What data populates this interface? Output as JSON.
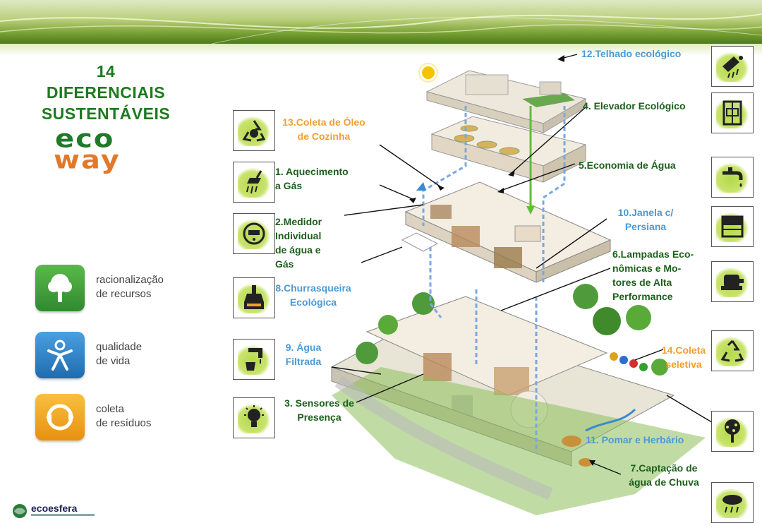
{
  "title": {
    "line1": "14",
    "line2": "DIFERENCIAIS",
    "line3": "SUSTENTÁVEIS"
  },
  "logo": {
    "eco": "eco",
    "way": "way"
  },
  "legend": [
    {
      "label": "racionalização\nde recursos",
      "icon": "tree-icon",
      "color": "#3a9a3a"
    },
    {
      "label": "qualidade\nde vida",
      "icon": "person-icon",
      "color": "#2a7fc0"
    },
    {
      "label": "coleta\nde resíduos",
      "icon": "recycle-arrows-icon",
      "color": "#f0a020"
    }
  ],
  "features_left": [
    {
      "label": "13.Coleta de Óleo\nde Cozinha",
      "color": "orange",
      "icon": "oil-recycle-icon"
    },
    {
      "label": "1. Aquecimento\na Gás",
      "color": "green",
      "icon": "shower-icon"
    },
    {
      "label": "2.Medidor\nIndividual\nde água e\nGás",
      "color": "green",
      "icon": "meter-icon"
    },
    {
      "label": "8.Churrasqueira\nEcológica",
      "color": "blue",
      "icon": "grill-icon"
    },
    {
      "label": "9. Água\nFiltrada",
      "color": "blue",
      "icon": "faucet-filter-icon"
    },
    {
      "label": "3. Sensores de\nPresença",
      "color": "green",
      "icon": "lightbulb-icon"
    }
  ],
  "features_right": [
    {
      "label": "12.Telhado ecológico",
      "color": "blue",
      "icon": "roof-rain-icon"
    },
    {
      "label": "4. Elevador Ecológico",
      "color": "green",
      "icon": "elevator-icon"
    },
    {
      "label": "5.Economia de Água",
      "color": "green",
      "icon": "tap-icon"
    },
    {
      "label": "10.Janela c/\nPersiana",
      "color": "blue",
      "icon": "window-blind-icon"
    },
    {
      "label": "6.Lampadas Eco-\nnômicas e Mo-\ntores de Alta\nPerformance",
      "color": "green",
      "icon": "motor-icon"
    },
    {
      "label": "14.Coleta\nseletiva",
      "color": "orange",
      "icon": "recycle-icon"
    },
    {
      "label": "11. Pomar e Herbário",
      "color": "blue",
      "icon": "fruit-tree-icon"
    },
    {
      "label": "7.Captação de\nágua de Chuva",
      "color": "green",
      "icon": "rain-cloud-icon"
    }
  ],
  "footer": {
    "brand": "ecoesfera"
  },
  "colors": {
    "green_text": "#1c5f1c",
    "blue_text": "#4a9ad6",
    "orange_text": "#f0a030",
    "title_green": "#1e7a1e"
  }
}
